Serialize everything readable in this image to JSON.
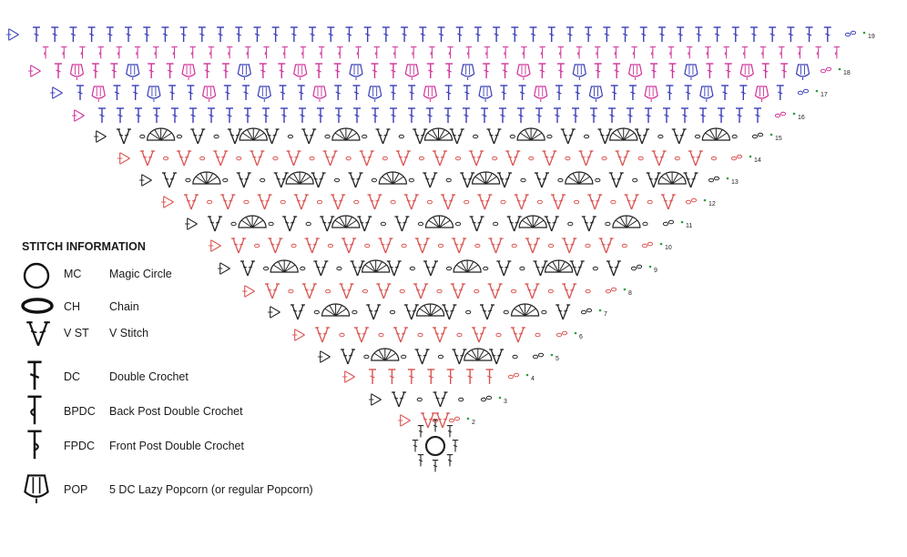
{
  "legend": {
    "title": "STITCH INFORMATION",
    "items": [
      {
        "abbr": "MC",
        "name": "Magic Circle",
        "icon": "magic-circle-icon"
      },
      {
        "abbr": "CH",
        "name": "Chain",
        "icon": "chain-icon"
      },
      {
        "abbr": "V ST",
        "name": "V Stitch",
        "icon": "v-stitch-icon"
      },
      {
        "abbr": "DC",
        "name": "Double Crochet",
        "icon": "double-crochet-icon"
      },
      {
        "abbr": "BPDC",
        "name": "Back Post Double Crochet",
        "icon": "back-post-double-crochet-icon"
      },
      {
        "abbr": "FPDC",
        "name": "Front Post Double Crochet",
        "icon": "front-post-double-crochet-icon"
      },
      {
        "abbr": "POP",
        "name": "5 DC Lazy Popcorn (or regular Popcorn)",
        "icon": "popcorn-icon"
      }
    ]
  },
  "chart": {
    "row_numbers": [
      "2",
      "3",
      "4",
      "5",
      "6",
      "7",
      "8",
      "9",
      "10",
      "11",
      "12",
      "13",
      "14",
      "15",
      "16",
      "17",
      "18",
      "19"
    ],
    "colors": {
      "red": "#d9534f",
      "black": "#222222",
      "blue": "#3a3fb8",
      "pink": "#d0339a",
      "green": "#2e9e3e"
    }
  }
}
